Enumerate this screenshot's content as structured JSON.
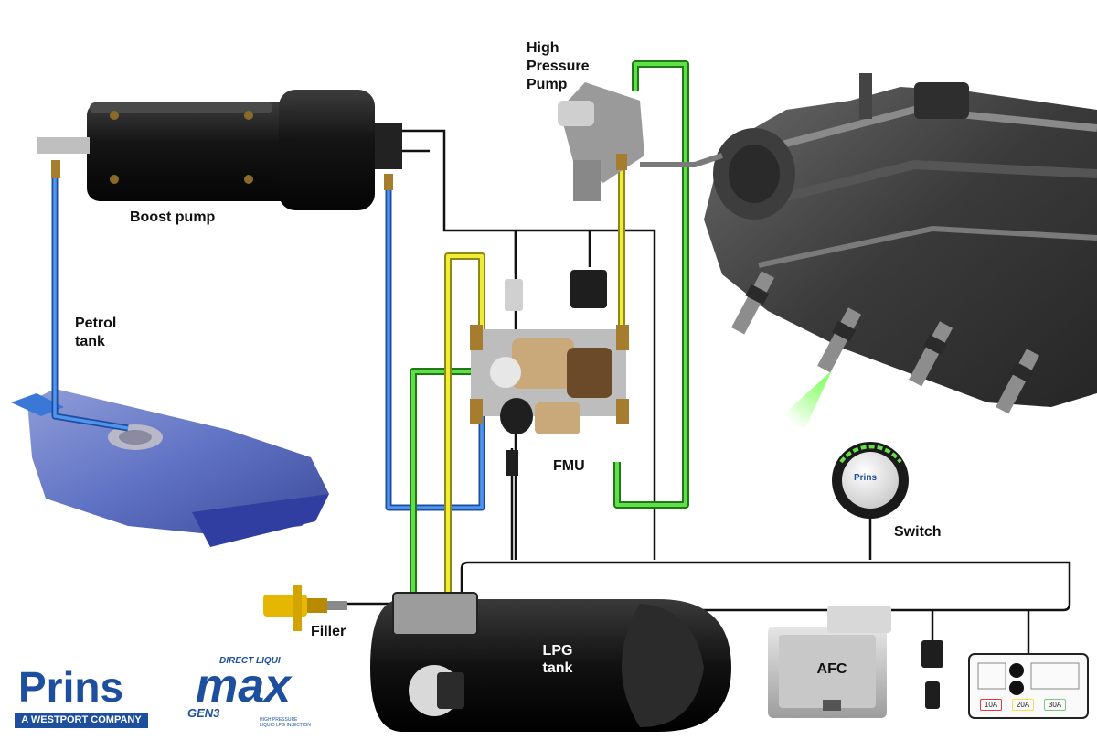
{
  "labels": {
    "high_pressure_pump": "High\nPressure\nPump",
    "boost_pump": "Boost pump",
    "petrol_tank": "Petrol\ntank",
    "fmu": "FMU",
    "switch": "Switch",
    "filler": "Filler",
    "lpg_tank": "LPG\ntank",
    "afc": "AFC"
  },
  "switch_logo": "Prins",
  "fuse_box": {
    "fuses": [
      "10A",
      "20A",
      "30A"
    ],
    "fuse_colors": [
      "#e23a3a",
      "#f3e24a",
      "#7cc87c"
    ]
  },
  "logos": {
    "prins_word": "Prins",
    "prins_sub": "A WESTPORT COMPANY",
    "max_top": "DIRECT LIQUI",
    "max_word": "max",
    "max_gen": "GEN3",
    "max_tagline": "HIGH PRESSURE\nLIQUID LPG INJECTION"
  },
  "colors": {
    "petrol_line": "#3a78d8",
    "lpg_return_line": "#4cc23a",
    "lpg_supply_line": "#e8e23a",
    "wiring": "#111111",
    "brand_blue": "#1d4f9e"
  }
}
